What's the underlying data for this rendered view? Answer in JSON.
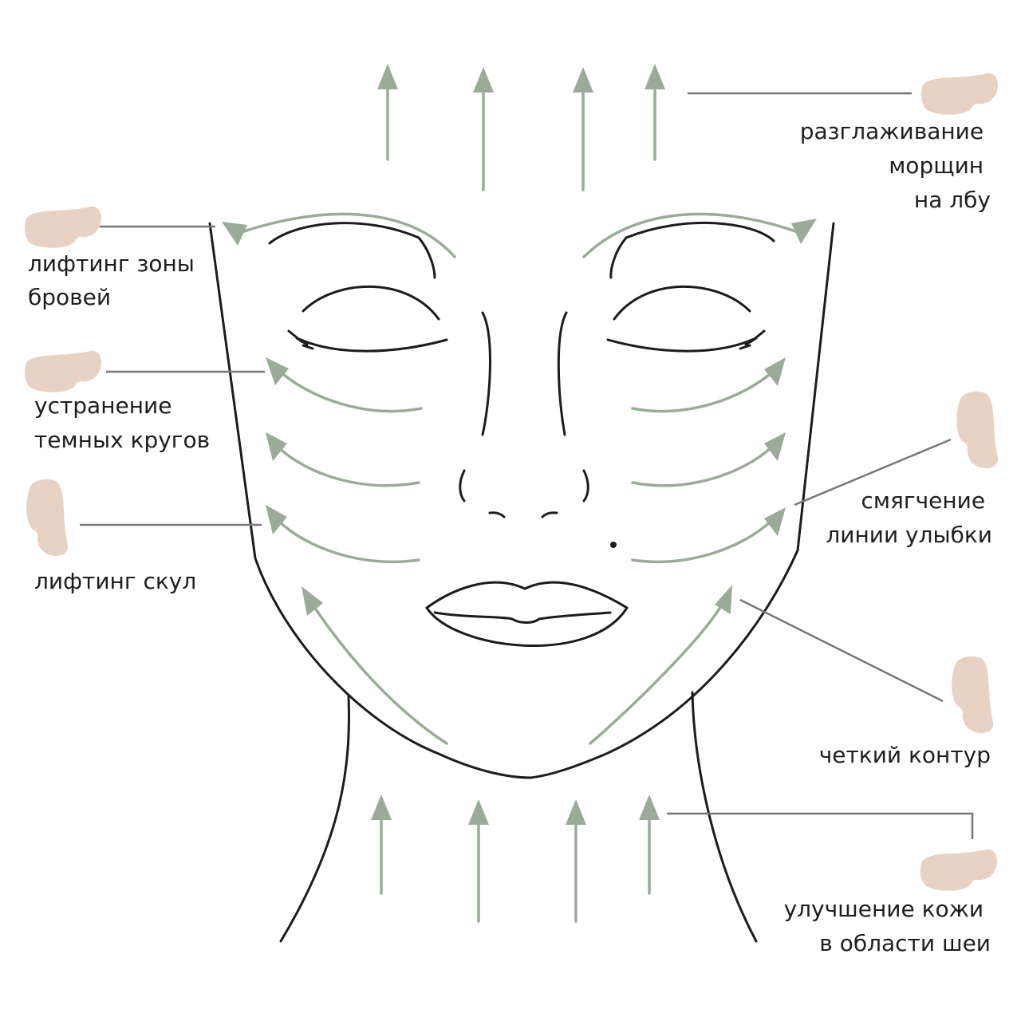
{
  "labels": {
    "forehead": [
      "разглаживание",
      "морщин",
      "на лбу"
    ],
    "brows": [
      "лифтинг зоны",
      "бровей"
    ],
    "dark_circles": [
      "устранение",
      "темных кругов"
    ],
    "cheekbones": [
      "лифтинг скул"
    ],
    "smile_lines": [
      "смягчение",
      "линии улыбки"
    ],
    "contour": [
      "четкий контур"
    ],
    "neck": [
      "улучшение кожи",
      "в области шеи"
    ]
  },
  "icons": {
    "stone": "gua-sha-stone-icon",
    "arrow": "massage-direction-arrow-icon"
  },
  "colors": {
    "arrow": "#9aab98",
    "stone": "#e8d2c3",
    "outline": "#1c1c1c",
    "leader": "#777777"
  }
}
